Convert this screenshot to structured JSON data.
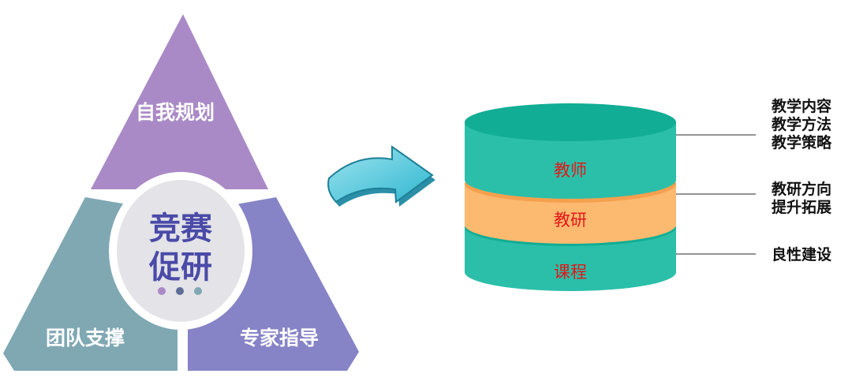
{
  "triangle": {
    "top_label": "自我规划",
    "left_label": "团队支撑",
    "right_label": "专家指导",
    "center_line1": "竞赛",
    "center_line2": "促研",
    "colors": {
      "top": "#a98ac6",
      "left": "#7fa8b3",
      "right": "#8683c7",
      "center_fill": "#e3e3e8",
      "center_text": "#4a4aa8"
    }
  },
  "stack": {
    "layer_top_label": "教师",
    "layer_middle_label": "教研",
    "layer_bottom_label": "课程",
    "colors": {
      "teal": "#2bbfaa",
      "teal_dark": "#11ad94",
      "orange": "#fcb970",
      "orange_dark": "#f5a04e",
      "label": "#e11818"
    }
  },
  "notes": {
    "group1": [
      "教学内容",
      "教学方法",
      "教学策略"
    ],
    "group2": [
      "教研方向",
      "提升拓展"
    ],
    "group3": [
      "良性建设"
    ]
  }
}
